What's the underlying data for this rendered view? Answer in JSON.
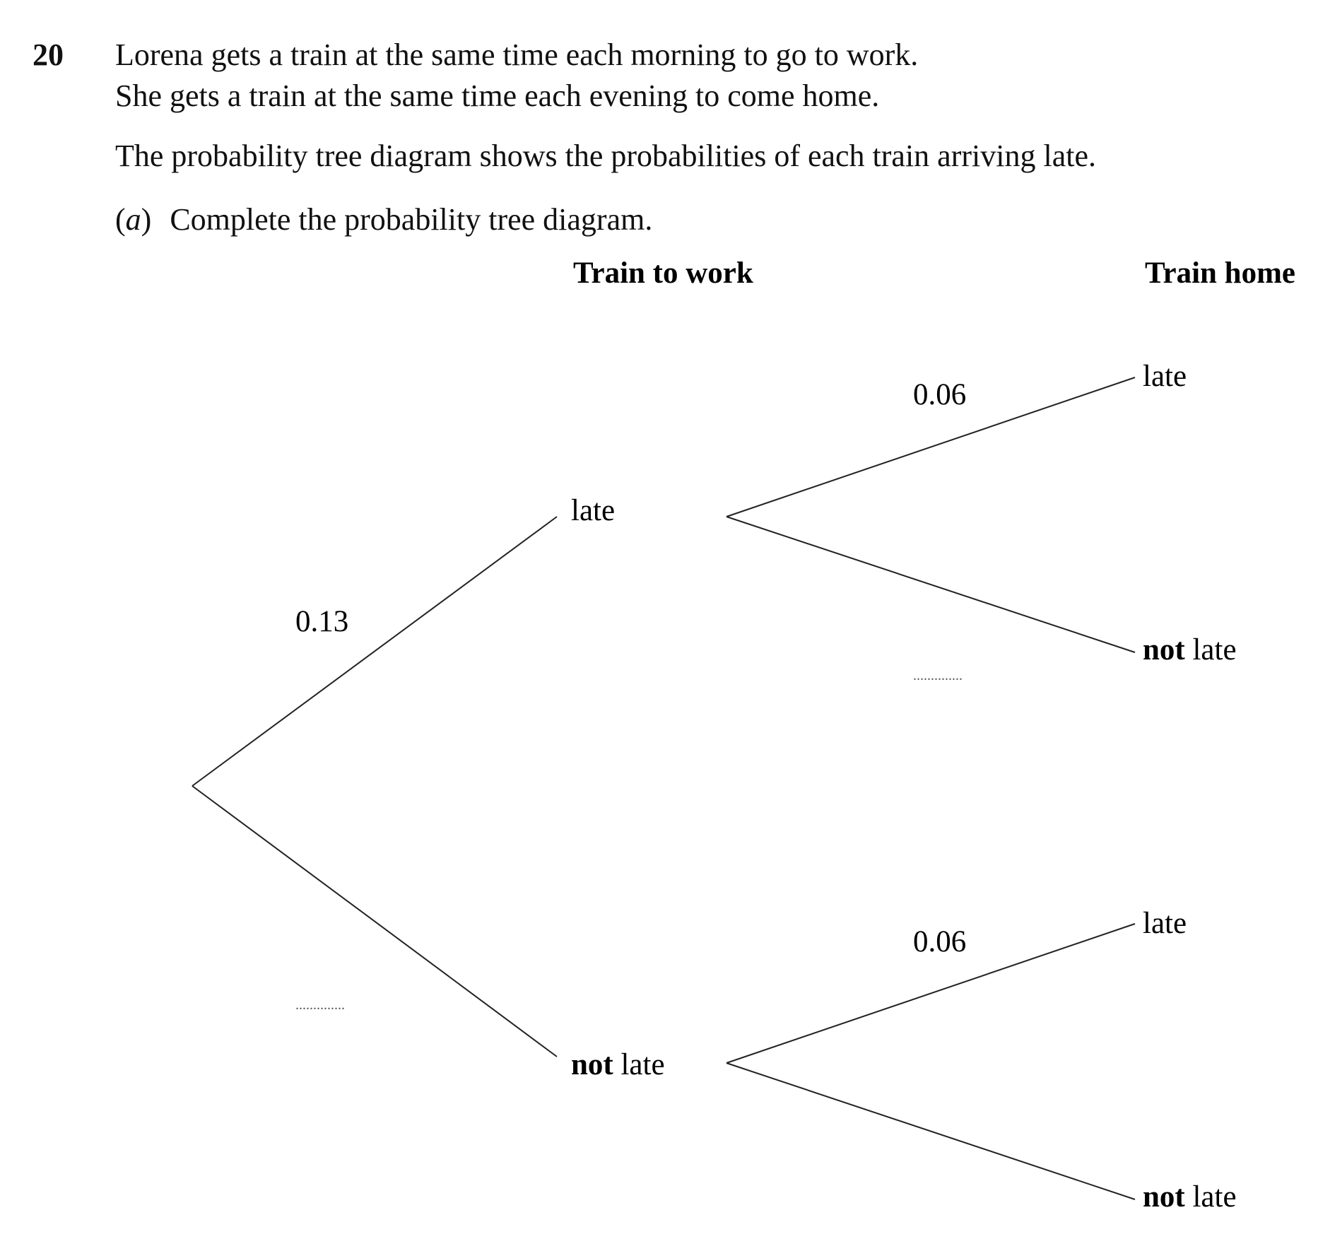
{
  "question": {
    "number": "20",
    "text_lines": [
      "Lorena gets a train at the same time each morning to go to work.",
      "She gets a train at the same time each evening to come home.",
      "The probability tree diagram shows the probabilities of each train arriving late."
    ],
    "part": {
      "label": "a",
      "instruction": "Complete the probability tree diagram."
    }
  },
  "tree": {
    "stage_headers": [
      "Train to work",
      "Train home"
    ],
    "stage1": {
      "upper": {
        "outcome": "late",
        "probability": "0.13"
      },
      "lower": {
        "outcome_bold": "not",
        "outcome_rest": " late",
        "probability": ""
      }
    },
    "stage2_from_late": {
      "upper": {
        "outcome": "late",
        "probability": "0.06"
      },
      "lower": {
        "outcome_bold": "not",
        "outcome_rest": " late",
        "probability": ""
      }
    },
    "stage2_from_not_late": {
      "upper": {
        "outcome": "late",
        "probability": "0.06"
      },
      "lower": {
        "outcome_bold": "not",
        "outcome_rest": " late"
      }
    },
    "answer_blank": ".............."
  }
}
